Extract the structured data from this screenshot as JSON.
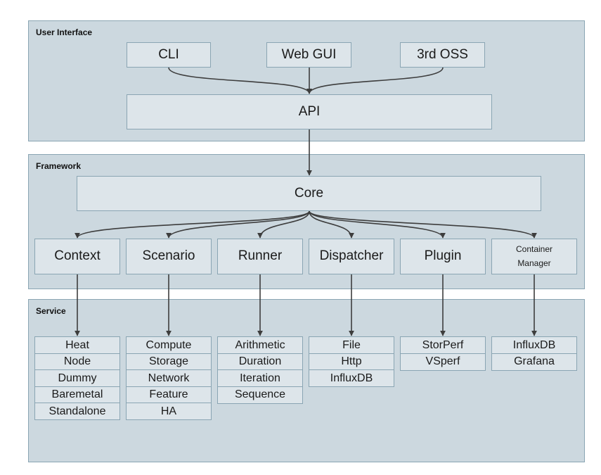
{
  "layers": {
    "ui": {
      "title": "User Interface",
      "clients": [
        "CLI",
        "Web GUI",
        "3rd OSS"
      ],
      "api": "API"
    },
    "framework": {
      "title": "Framework",
      "core": "Core",
      "modules": [
        "Context",
        "Scenario",
        "Runner",
        "Dispatcher",
        "Plugin",
        "Container Manager"
      ]
    },
    "service": {
      "title": "Service",
      "lists": [
        [
          "Heat",
          "Node",
          "Dummy",
          "Baremetal",
          "Standalone"
        ],
        [
          "Compute",
          "Storage",
          "Network",
          "Feature",
          "HA"
        ],
        [
          "Arithmetic",
          "Duration",
          "Iteration",
          "Sequence"
        ],
        [
          "File",
          "Http",
          "InfluxDB"
        ],
        [
          "StorPerf",
          "VSperf"
        ],
        [
          "InfluxDB",
          "Grafana"
        ]
      ]
    }
  },
  "colors": {
    "layer_fill": "#ccd8df",
    "box_fill": "#dde5ea",
    "border": "#8aa5b3",
    "arrow": "#3d3d3d"
  }
}
